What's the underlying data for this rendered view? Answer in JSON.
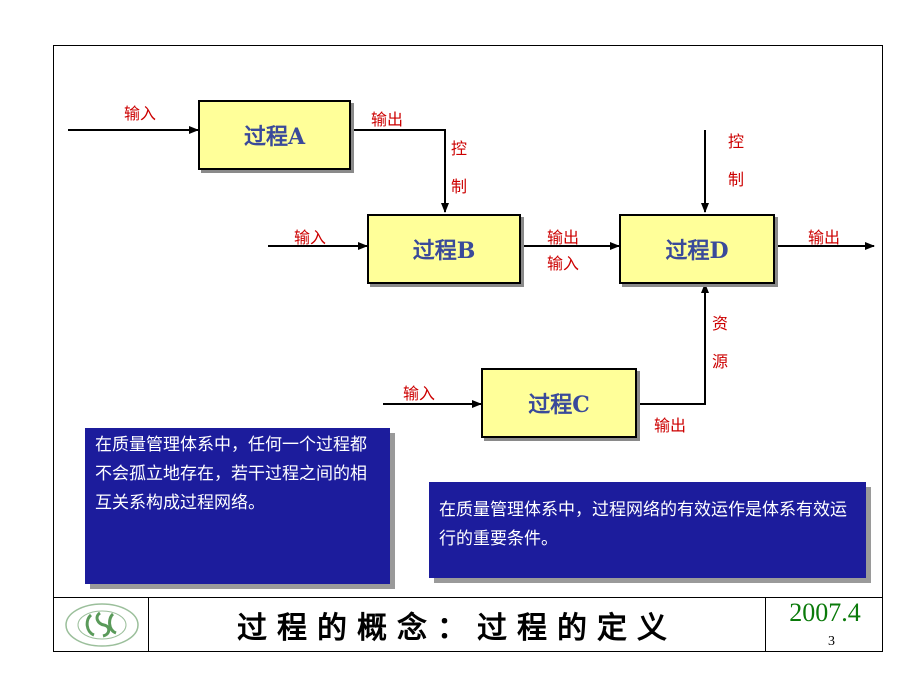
{
  "processes": {
    "a": "过程A",
    "b": "过程B",
    "c": "过程C",
    "d": "过程D"
  },
  "labels": {
    "input_a": "输入",
    "output_a": "输出",
    "control_b": [
      "控",
      "制"
    ],
    "input_b": "输入",
    "output_b": "输出",
    "input_d": "输入",
    "control_d": [
      "控",
      "制"
    ],
    "output_d": "输出",
    "resource_d": [
      "资",
      "源"
    ],
    "input_c": "输入",
    "output_c": "输出"
  },
  "notes": {
    "left": "在质量管理体系中，任何一个过程都不会孤立地存在，若干过程之间的相互关系构成过程网络。",
    "right": "在质量管理体系中，过程网络的有效运作是体系有效运行的重要条件。"
  },
  "footer": {
    "title": "过程的概念：过程的定义",
    "date": "2007.4",
    "page": "3"
  },
  "colors": {
    "process_fill": "#ffff99",
    "label_red": "#cc0000",
    "note_blue": "#1c1c9c",
    "date_green": "#0a7a0a"
  }
}
